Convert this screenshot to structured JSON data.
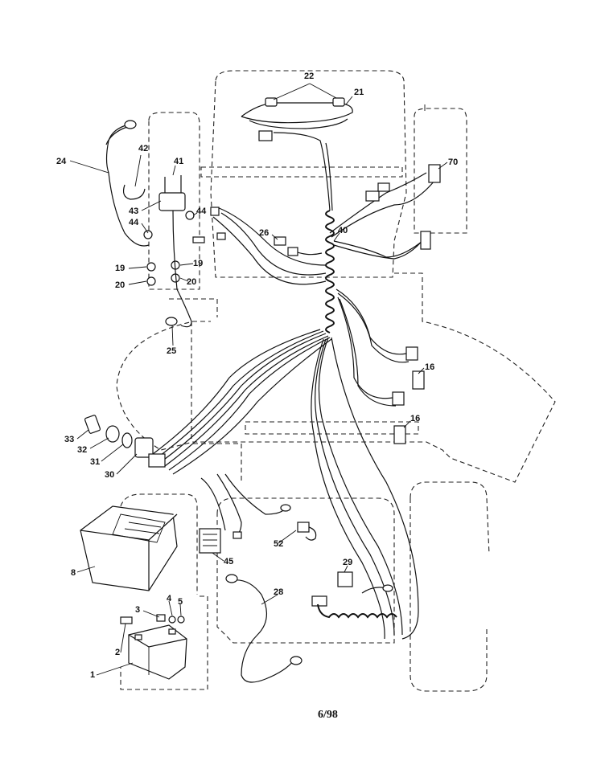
{
  "callouts": {
    "c1": "1",
    "c2": "2",
    "c3": "3",
    "c4": "4",
    "c5": "5",
    "c8": "8",
    "c16a": "16",
    "c16b": "16",
    "c19a": "19",
    "c19b": "19",
    "c20a": "20",
    "c20b": "20",
    "c21": "21",
    "c22": "22",
    "c24": "24",
    "c25": "25",
    "c26": "26",
    "c28": "28",
    "c29": "29",
    "c30": "30",
    "c31": "31",
    "c32": "32",
    "c33": "33",
    "c40": "40",
    "c41": "41",
    "c42": "42",
    "c43": "43",
    "c44a": "44",
    "c44b": "44",
    "c45": "45",
    "c52": "52",
    "c70": "70"
  },
  "footer": {
    "date": "6/98"
  }
}
